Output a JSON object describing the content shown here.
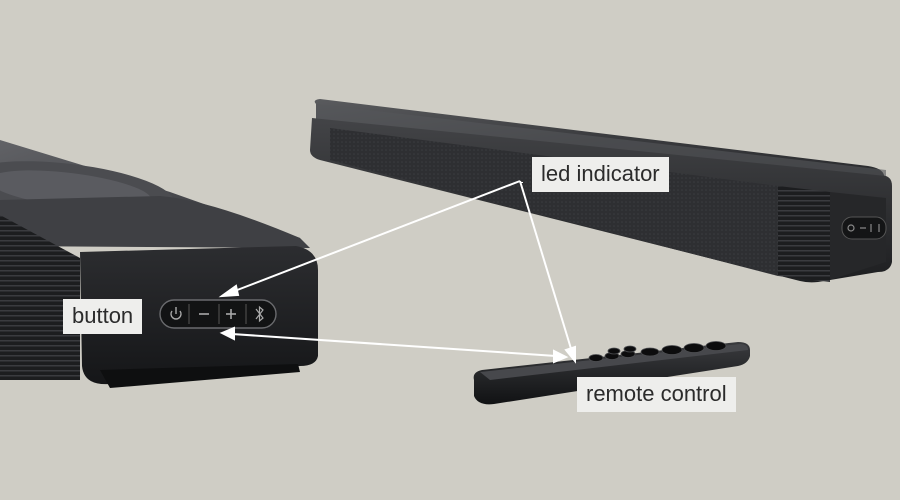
{
  "callouts": {
    "led_indicator": "led indicator",
    "button": "button",
    "remote_control": "remote control"
  },
  "colors": {
    "background": "#cfcdc5",
    "callout_background": "#eeeeec",
    "callout_text": "#2b2b2b",
    "arrow": "#ffffff",
    "device_body": "#2f3033",
    "device_top": "#3d3e41"
  },
  "icons": [
    "power-icon",
    "minus-icon",
    "plus-icon",
    "bluetooth-icon"
  ]
}
